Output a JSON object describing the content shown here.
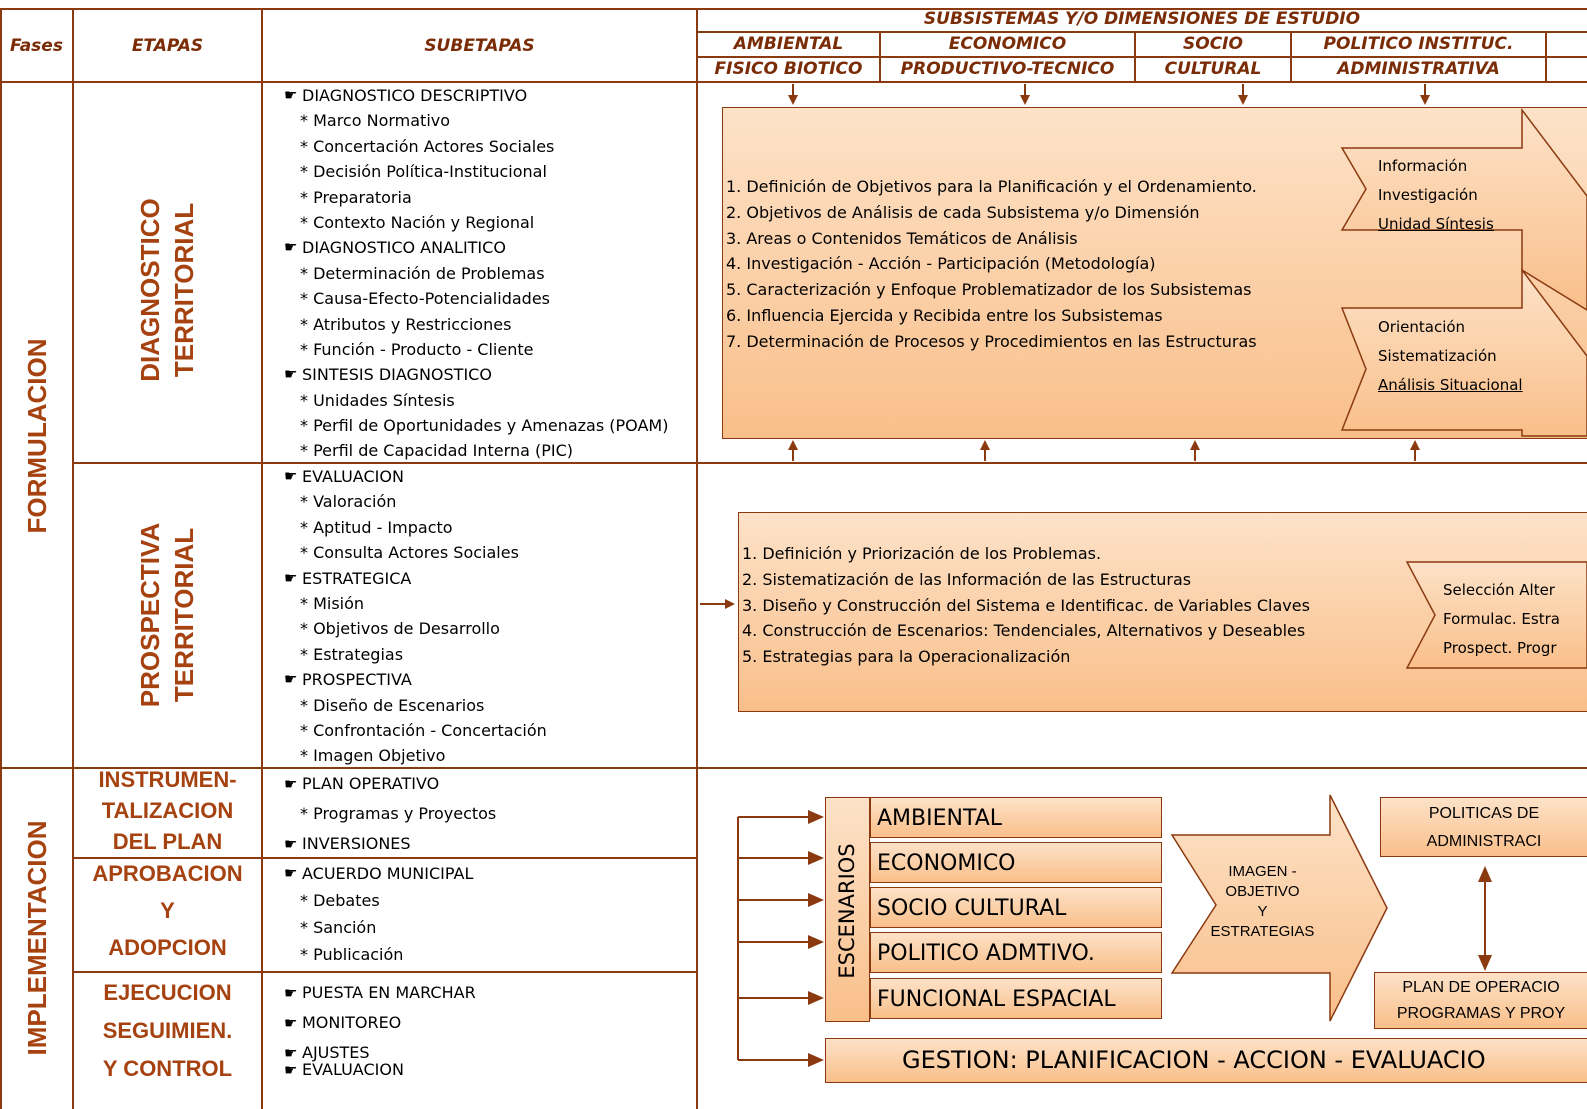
{
  "header": {
    "fases": "Fases",
    "etapas": "ETAPAS",
    "subetapas": "SUBETAPAS",
    "subsistemas": "SUBSISTEMAS Y/O DIMENSIONES DE ESTUDIO",
    "dims": [
      {
        "l1": "AMBIENTAL",
        "l2": "FISICO BIOTICO"
      },
      {
        "l1": "ECONOMICO",
        "l2": "PRODUCTIVO-TECNICO"
      },
      {
        "l1": "SOCIO",
        "l2": "CULTURAL"
      },
      {
        "l1": "POLITICO INSTITUC.",
        "l2": "ADMINISTRATIVA"
      }
    ]
  },
  "fases": {
    "formulacion": "FORMULACION",
    "implementacion": "IMPLEMENTACION"
  },
  "etapas": {
    "diag1": "DIAGNOSTICO",
    "diag2": "TERRITORIAL",
    "prosp1": "PROSPECTIVA",
    "prosp2": "TERRITORIAL",
    "instr": [
      "INSTRUMEN-",
      "TALIZACION",
      "DEL PLAN"
    ],
    "aprob": [
      "APROBACION",
      "Y",
      "ADOPCION"
    ],
    "ejec": [
      "EJECUCION",
      "SEGUIMIEN.",
      "Y CONTROL"
    ]
  },
  "subetapas": {
    "diag": [
      "DIAGNOSTICO DESCRIPTIVO",
      "* Marco Normativo",
      "* Concertación Actores Sociales",
      "* Decisión Política-Institucional",
      "* Preparatoria",
      "* Contexto Nación y Regional",
      "DIAGNOSTICO ANALITICO",
      "* Determinación de Problemas",
      "* Causa-Efecto-Potencialidades",
      "* Atributos y Restricciones",
      "* Función - Producto - Cliente",
      "SINTESIS DIAGNOSTICO",
      "* Unidades Síntesis",
      "* Perfil de Oportunidades y Amenazas (POAM)",
      "* Perfil de Capacidad Interna (PIC)"
    ],
    "prosp": [
      "EVALUACION",
      "* Valoración",
      "* Aptitud - Impacto",
      "* Consulta Actores Sociales",
      "ESTRATEGICA",
      "* Misión",
      "* Objetivos de Desarrollo",
      "* Estrategias",
      "PROSPECTIVA",
      "* Diseño de Escenarios",
      "* Confrontación - Concertación",
      "* Imagen Objetivo"
    ],
    "instr": [
      "PLAN OPERATIVO",
      "* Programas y Proyectos",
      "INVERSIONES"
    ],
    "aprob": [
      "ACUERDO MUNICIPAL",
      "* Debates",
      "* Sanción",
      "* Publicación"
    ],
    "ejec": [
      "PUESTA EN MARCHAR",
      "MONITOREO",
      "AJUSTES",
      "EVALUACION"
    ]
  },
  "diag_box": {
    "items": [
      "1.  Definición de Objetivos para la Planificación y el Ordenamiento.",
      "2.  Objetivos de Análisis de cada Subsistema y/o Dimensión",
      "3.  Areas o Contenidos Temáticos de Análisis",
      "4.  Investigación - Acción - Participación (Metodología)",
      "5.  Caracterización y Enfoque Problematizador de los Subsistemas",
      "6.  Influencia Ejercida y Recibida entre los Subsistemas",
      "7.  Determinación de Procesos y Procedimientos en las Estructuras"
    ],
    "chev1": [
      "Información",
      "Investigación",
      "Unidad Síntesis"
    ],
    "chev2": [
      "Orientación",
      "Sistematización",
      "Análisis Situacional"
    ]
  },
  "prosp_box": {
    "items": [
      "1.  Definición y Priorización de los Problemas.",
      "2.  Sistematización de las Información de las Estructuras",
      "3.  Diseño y Construcción del Sistema e Identificac. de Variables Claves",
      "4.  Construcción de Escenarios: Tendenciales, Alternativos y Deseables",
      "5.  Estrategias para la Operacionalización"
    ],
    "chev": [
      "Selección Alter",
      "Formulac. Estra",
      "Prospect. Progr"
    ]
  },
  "impl": {
    "escenarios": "ESCENARIOS",
    "items": [
      "AMBIENTAL",
      "ECONOMICO",
      "SOCIO CULTURAL",
      "POLITICO ADMTIVO.",
      "FUNCIONAL ESPACIAL"
    ],
    "imagen": [
      "IMAGEN -",
      "OBJETIVO",
      "Y",
      "ESTRATEGIAS"
    ],
    "politicas": [
      "POLITICAS DE",
      "ADMINISTRACI"
    ],
    "plan": [
      "PLAN DE OPERACIO",
      "PROGRAMAS Y PROY"
    ],
    "gestion": "GESTION: PLANIFICACION - ACCION - EVALUACIO"
  },
  "colors": {
    "border": "#8b3a10",
    "accent": "#a64210",
    "fill_top": "#fde2c8",
    "fill_bottom": "#f9bf8a"
  }
}
